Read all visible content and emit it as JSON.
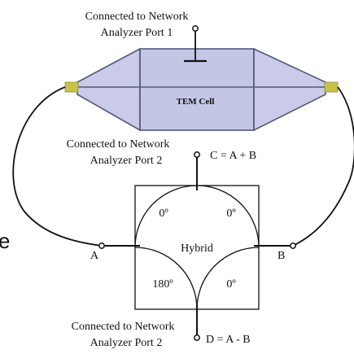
{
  "port1_label": {
    "line1": "Connected to Network",
    "line2": "Analyzer Port 1"
  },
  "tem_cell_label": "TEM Cell",
  "port2_top_label": {
    "line1": "Connected to Network",
    "line2": "Analyzer Port 2"
  },
  "port2_bottom_label": {
    "line1": "Connected to Network",
    "line2": "Analyzer Port 2"
  },
  "sum_port_label": "C = A + B",
  "diff_port_label": "D = A - B",
  "hybrid": {
    "label": "Hybrid",
    "phase_top_left": "0º",
    "phase_top_right": "0º",
    "phase_bottom_left": "180º",
    "phase_bottom_right": "0º"
  },
  "port_a_label": "A",
  "port_b_label": "B",
  "edge_fragment": "e",
  "colors": {
    "cell_fill": "#c9cbe8",
    "cell_stroke": "#55587a",
    "connector": "#c8c24a",
    "line": "#111111"
  }
}
